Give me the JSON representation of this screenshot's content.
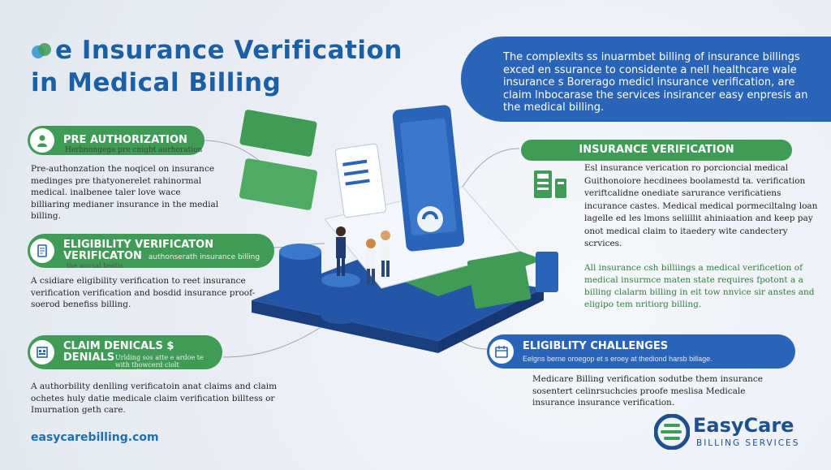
{
  "title": {
    "line1": "e Insurance Verification",
    "line2": "in Medical Billing"
  },
  "intro": "The complexits ss inuarmbet billing of insurance billings exced en ssurance to considente a nell healthcare wale insurance s Borerago medicl insurance verification, are claim lnbocarase the services insirancer easy enpresis an the medical billing.",
  "sections": {
    "pre_auth": {
      "title": "PRE AUTHORIZATION",
      "subtitle": "Herbnongege pre cnigbt aurhoration",
      "body": "Pre-authonzation the noqicel on insurance medinges pre thatyonerelet rahinormal medical. inalbenee taler love wace billiaring medianer insurance in the medial billing."
    },
    "eligibility": {
      "title_line1": "ELIGIBILITY VERIFICATON",
      "title_line2": "VERIFICATON",
      "subtitle": "authonserath insurance billing",
      "subtitle2": "the worsal beatis",
      "body": "A csidiare eligibility verification to reet insurance verification verification and bosdid insurance proof-soerod benefiss billing."
    },
    "claim": {
      "title_line1": "CLAIM DENICALS $",
      "title_line2": "DENIALS",
      "subtitle": "Urlding sos atte e ardoe te with thowcerd ciolt edemelleni",
      "body": "A authorbility denlling verificatoin anat claims and claim ochetes huly datie medicale claim verification billtess or Imurnation geth care."
    },
    "insurance_verification": {
      "title": "INSURANCE VERIFICATION",
      "body_part1": "Esl insurance verication ro porcioncial medical Guithonoiore hecdinees boolamestd ta. verification veriftcalidne onediate sarurance verificatiens incurance castes. Medical medical pormeciltalng loan lagelle ed les lmons seliillit ahiniaation and keep pay onot medical claim to itaedery wite candectery scrvices.",
      "body_part2": "All insurance csh billiings a medical verificetion of medical insurmce maten state requires fpotont a a billing clalarm billing in eit tow nnvice sir anstes and eligipo tem nritiorg billing."
    },
    "eligibility_challenges": {
      "title": "ELIGIBLITY CHALLENGES",
      "subtitle": "Eelgns berne oroegop et s eroey at thediond harsb billage.",
      "body": "Medicare Billing verification sodutbe them insurance sosentert celinrsuchcies proofe meslisa Medicale insurance insurance verification."
    }
  },
  "footer": {
    "url": "easycarebilling.com",
    "brand_name": "EasyCare",
    "brand_sub": "BILLING SERVICES"
  },
  "colors": {
    "blue": "#2a64b8",
    "green": "#3f9b55",
    "title_blue": "#1b5fa6"
  }
}
